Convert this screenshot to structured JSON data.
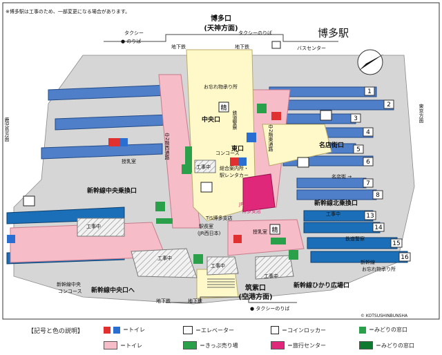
{
  "notice": "※博多駅は工事のため、一部変更になる場合があります。",
  "station_name": "博多駅",
  "exits": {
    "hakata_line1": "博多口",
    "hakata_line2": "(天神方面)",
    "chikushi_line1": "筑紫口",
    "chikushi_line2": "(空港方面)",
    "central": "中央口",
    "east": "東口",
    "meitengai": "名店街口",
    "shinkansen_central": "新幹線中央乗換口",
    "shinkansen_central_exit": "新幹線中央口へ",
    "shinkansen_north": "新幹線北乗換口",
    "shinkansen_hikari": "新幹線ひかり広場口"
  },
  "directions": {
    "kagoshima": "鹿児島方面",
    "tokyo": "東京方面",
    "meitengai_arrow": "名店街 →",
    "bus_center": "バスセンター"
  },
  "labels": {
    "taxi": "タクシー",
    "taxi_pool": "● のりば",
    "taxi_pool_right": "タクシーのりば",
    "taxi_bottom": "● タクシーのりば",
    "subway": "地下鉄",
    "lost_found": "お忘れ物承り所",
    "lost_found_2": "お忘れ物承り所",
    "police": "鉄道警察",
    "police_2": "鉄道警察",
    "concourse": "コンコース",
    "info_center": "総合案内所・",
    "rent_a_car": "駅レンタカー",
    "nursing_room": "授乳室",
    "nursing_room_2": "授乳室",
    "construction": "工事中",
    "jr_travel_1": "JR九州旅行",
    "jr_travel_2": "博多支店",
    "tis": "TiS博多支店",
    "station_office_1": "駅長室",
    "station_office_2": "(JR西日本)",
    "shinkansen_concourse_1": "新幹線中央",
    "shinkansen_concourse_2": "コンコース",
    "shinkansen_line": "新幹線",
    "west_2f": "中2階西通路",
    "east_2f": "中2階東通路",
    "copyright": "© KOTSUSHINBUNSHA",
    "subway_big": "地下鉄"
  },
  "platforms": [
    "1",
    "2",
    "3",
    "4",
    "5",
    "6",
    "7",
    "8",
    "13",
    "14",
    "15",
    "16"
  ],
  "legend": {
    "title": "【記号と色の説明】",
    "toilet": "＝トイレ",
    "toilet_area": "＝トイレ",
    "elevator": "＝エレベーター",
    "ticket": "＝きっぷ売り場",
    "locker": "＝コインロッカー",
    "travel": "＝旅行センター",
    "midori": "＝みどりの窓口",
    "midori_area": "＝みどりの窓口"
  },
  "colors": {
    "platform_blue": "#4f7fc9",
    "shinkansen_blue": "#1a6fb8",
    "concourse_yellow": "#fff8c8",
    "pink": "#f6bcc8",
    "magenta": "#e0287a",
    "green": "#2aa04a",
    "gray": "#c9c9c9"
  }
}
